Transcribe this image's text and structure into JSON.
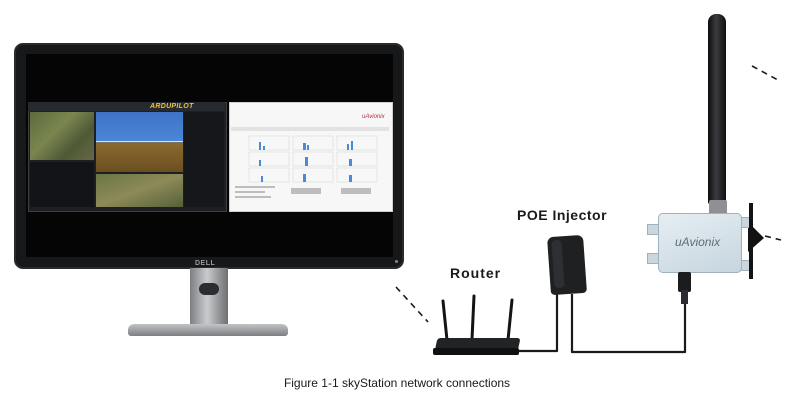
{
  "diagram": {
    "labels": {
      "router": "Router",
      "poe_injector": "POE Injector"
    },
    "monitor_brand": "DELL",
    "screen_apps": {
      "left_app_logo": "ARDUPILOT",
      "right_app_brand": "uAvionix"
    },
    "device_brand": "uAvionix",
    "caption": "Figure 1-1 skyStation network connections"
  },
  "colors": {
    "cable": "#1a1a1a",
    "signal_dash": "#1a1a1a",
    "ardupilot_yellow": "#f0c23a",
    "brand_red": "#b03040",
    "chart_blue": "#4a8ad6"
  }
}
